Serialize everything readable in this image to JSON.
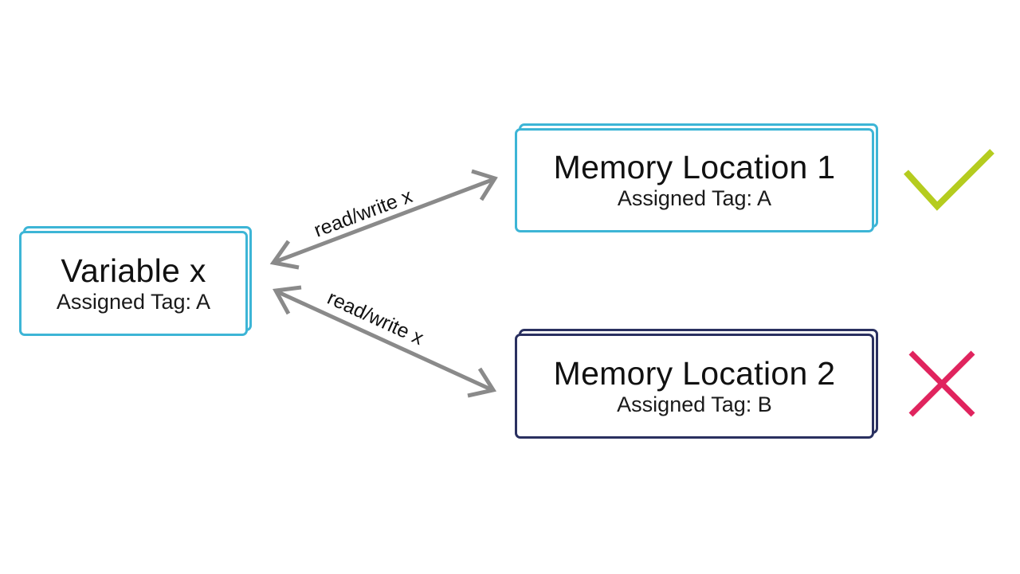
{
  "diagram": {
    "nodes": {
      "variable": {
        "title": "Variable x",
        "tag": "Assigned Tag: A",
        "border_color": "#3db5d6"
      },
      "memory1": {
        "title": "Memory Location 1",
        "tag": "Assigned Tag: A",
        "border_color": "#3db5d6"
      },
      "memory2": {
        "title": "Memory Location 2",
        "tag": "Assigned Tag: B",
        "border_color": "#2a3060"
      }
    },
    "edges": [
      {
        "from": "variable",
        "to": "memory1",
        "label": "read/write x",
        "bidirectional": true
      },
      {
        "from": "variable",
        "to": "memory2",
        "label": "read/write x",
        "bidirectional": true
      }
    ],
    "status_marks": {
      "memory1": {
        "icon": "check-mark-icon",
        "meaning": "allowed",
        "color": "#b5cc1f"
      },
      "memory2": {
        "icon": "cross-mark-icon",
        "meaning": "denied",
        "color": "#e0245e"
      }
    },
    "arrow_color": "#8a8a8a"
  }
}
